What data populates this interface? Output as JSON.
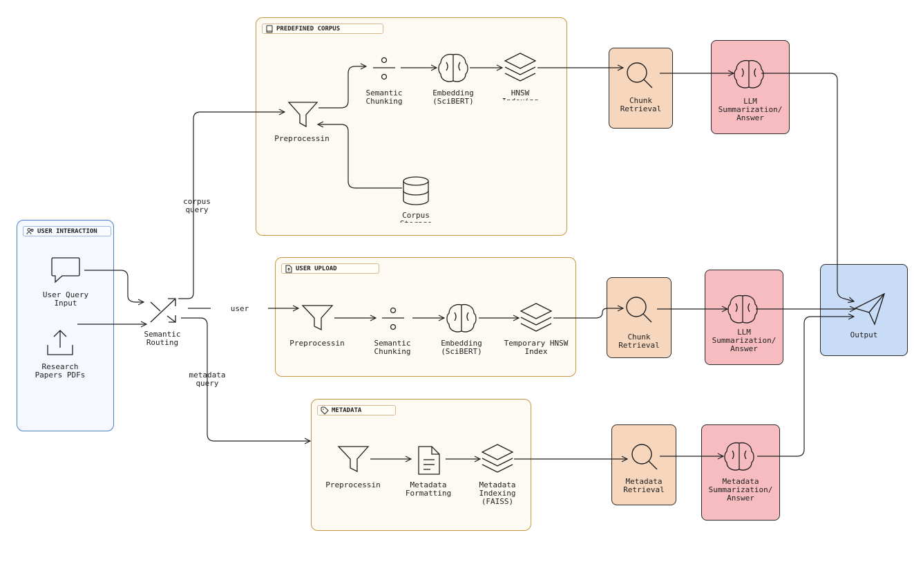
{
  "groups": {
    "user_interaction": "USER INTERACTION",
    "predefined_corpus": "PREDEFINED CORPUS",
    "user_upload": "USER UPLOAD",
    "metadata": "METADATA"
  },
  "user": {
    "query_input": "User Query\nInput",
    "papers": "Research\nPapers PDFs",
    "routing": "Semantic\nRouting"
  },
  "edges": {
    "corpus_query": "corpus\nquery",
    "user": "user",
    "metadata_query": "metadata\nquery"
  },
  "corpus": {
    "preprocessing": "Preprocessin",
    "chunking": "Semantic\nChunking",
    "embedding": "Embedding\n(SciBERT)",
    "indexing": "HNSW\nIndexing",
    "storage": "Corpus\nStorage",
    "retrieval": "Chunk\nRetrieval",
    "llm": "LLM\nSummarization/\nAnswer"
  },
  "upload": {
    "preprocessing": "Preprocessin",
    "chunking": "Semantic\nChunking",
    "embedding": "Embedding\n(SciBERT)",
    "indexing": "Temporary HNSW\nIndex",
    "retrieval": "Chunk\nRetrieval",
    "llm": "LLM\nSummarization/\nAnswer"
  },
  "meta": {
    "preprocessing": "Preprocessin",
    "formatting": "Metadata\nFormatting",
    "indexing": "Metadata\nIndexing\n(FAISS)",
    "retrieval": "Metadata\nRetrieval",
    "llm": "Metadata\nSummarization/\nAnswer"
  },
  "output": "Output",
  "colors": {
    "group_border": "#c8963c",
    "group_fill": "#fcfaf2",
    "user_border": "#4a80c8",
    "retrieval_fill": "#f7d6be",
    "llm_fill": "#f6bcc0",
    "output_fill": "#c9dcf7"
  }
}
